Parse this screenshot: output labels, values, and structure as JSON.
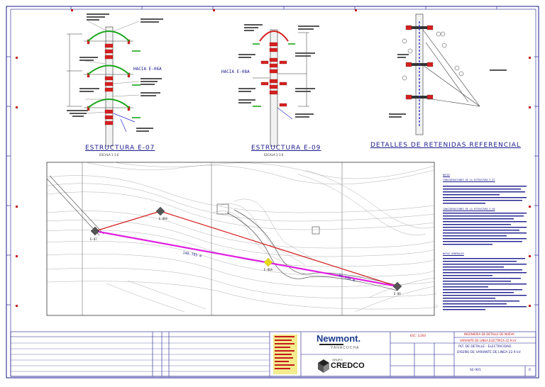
{
  "drawings": {
    "e07": {
      "title": "ESTRUCTURA E-07",
      "scale": "ESCALA 1:1:0"
    },
    "e09": {
      "title": "ESTRUCTURA E-09",
      "scale": "ESCALA 1:1:0"
    },
    "retenidas": {
      "title": "DETALLES DE RETENIDAS REFERENCIAL"
    },
    "hacia_e06a": "HACIA E-06A",
    "hacia_e08a": "HACIA E-08A"
  },
  "map": {
    "points": {
      "e07": "E-07",
      "e08a": "E-08A",
      "e09": "E-09",
      "e06a": "E-06A"
    },
    "distance_1": "140.705 m",
    "distance_2": "86.538 m"
  },
  "notes": {
    "heading": "NOTAS",
    "section1": "CONSIDERACIONES DE LA ESTRUCTURA E-07",
    "section2": "CONSIDERACIONES DE LA ESTRUCTURA E-09",
    "section3": "NOTAS GENERALES"
  },
  "title_block": {
    "company": "Newmont.",
    "site": "YANACOCHA",
    "contractor": "GRUPO",
    "contractor_name": "CREDCO",
    "sheet_no": "ESC: 1/200",
    "engineering": "INGENIERIA DE DETALLE DE NUEVA",
    "project": "VARIANTE DE LINEA ELECTRICA 22.9 kV",
    "drawing_title_1": "PLT. DE DETALLE - ELECTRICIDAD",
    "drawing_title_2": "DISEÑO DE VARIANTE DE LINEA 22.9 kV",
    "sheet_code": "SE-001",
    "revision": "0"
  },
  "colors": {
    "frame": "#1a1a8c",
    "red_line": "#d42020",
    "magenta_line": "#e020e0",
    "green": "#1aa51a",
    "yellow": "#e8d81a"
  }
}
